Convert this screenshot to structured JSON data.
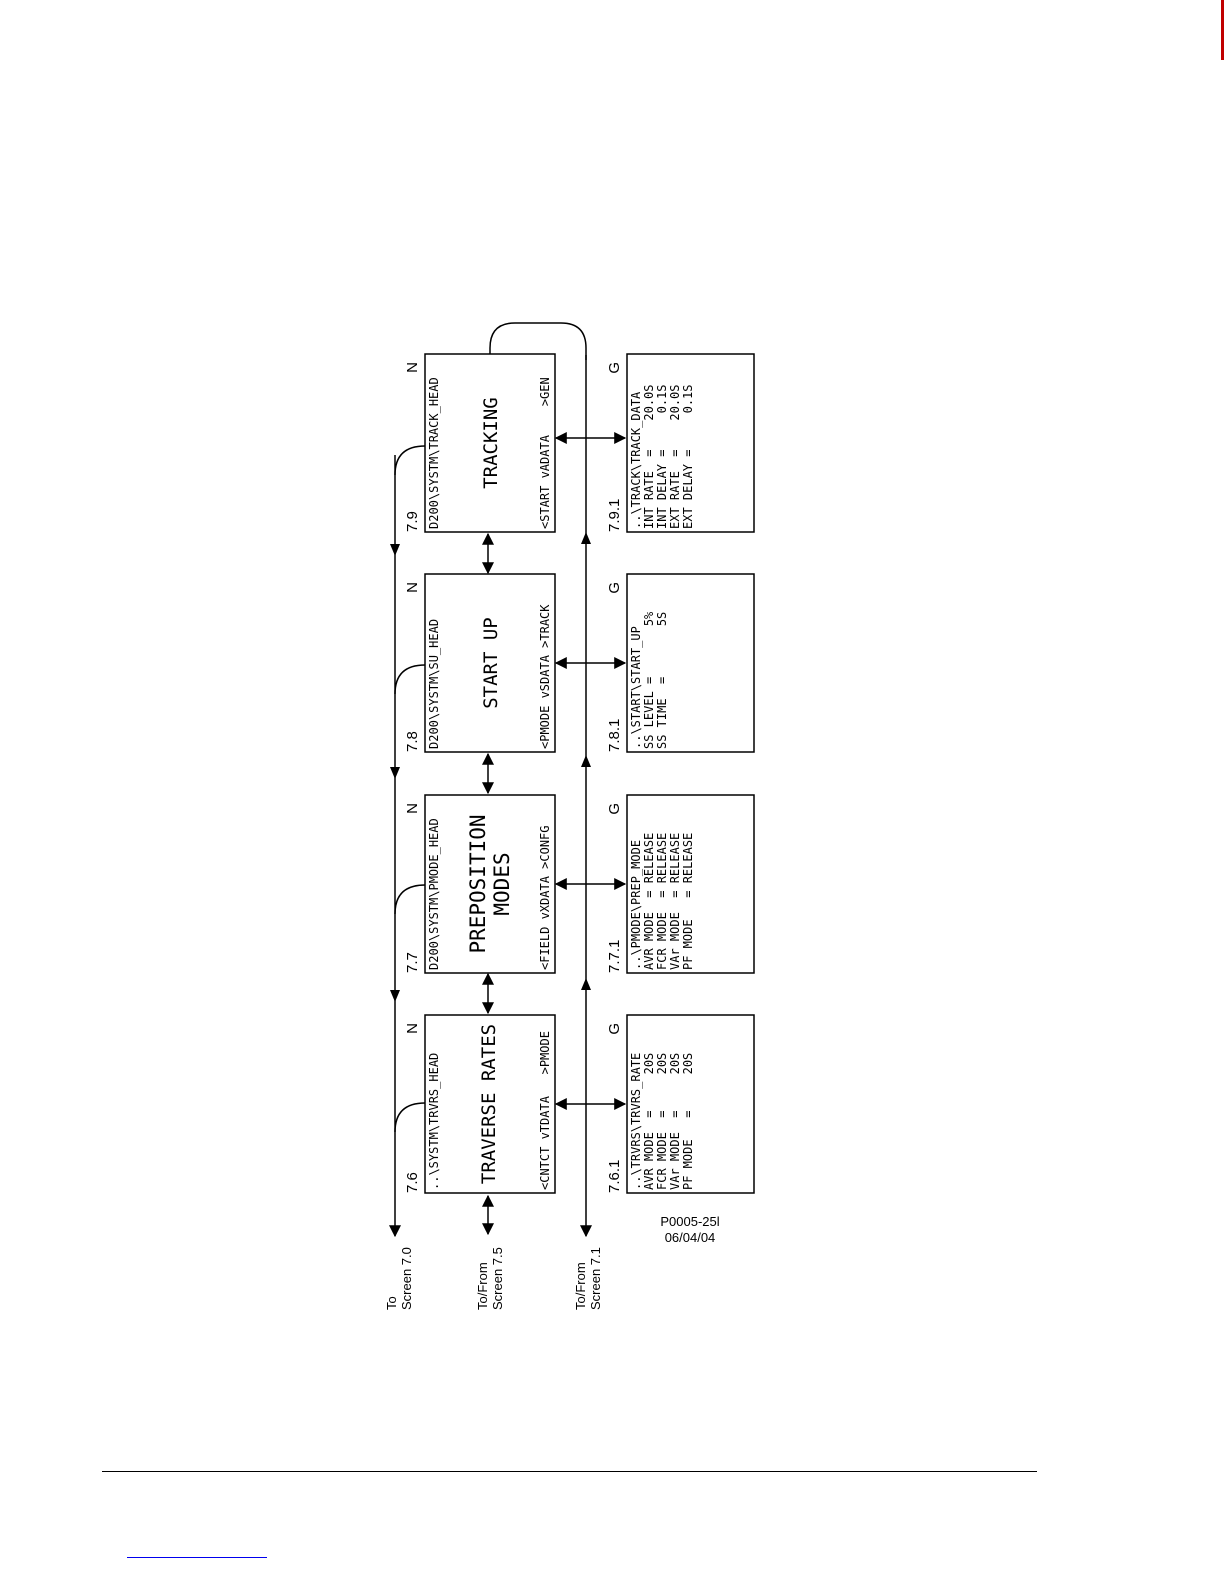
{
  "nodes": [
    {
      "id": "7.6",
      "num": "7.6",
      "corner": "N",
      "path": "..\\SYSTM\\TRVRS_HEAD",
      "title": [
        "TRAVERSE RATES"
      ],
      "nav": "<CNTCT vTDATA   >PMODE"
    },
    {
      "id": "7.7",
      "num": "7.7",
      "corner": "N",
      "path": "D200\\SYSTM\\PMODE_HEAD",
      "title": [
        "PREPOSITION",
        "MODES"
      ],
      "nav": "<FIELD vXDATA >CONFG"
    },
    {
      "id": "7.8",
      "num": "7.8",
      "corner": "N",
      "path": "D200\\SYSTM\\SU_HEAD",
      "title": [
        "START UP"
      ],
      "nav": "<PMODE vSDATA >TRACK"
    },
    {
      "id": "7.9",
      "num": "7.9",
      "corner": "N",
      "path": "D200\\SYSTM\\TRACK_HEAD",
      "title": [
        "TRACKING"
      ],
      "nav": "<START vADATA    >GEN"
    }
  ],
  "data_screens": [
    {
      "id": "7.6.1",
      "num": "7.6.1",
      "corner": "G",
      "lines": [
        "..\\TRVRS\\TRVRS_RATE",
        "AVR MODE  =     20S",
        "FCR MODE  =     20S",
        "VAr MODE  =     20S",
        "PF MODE   =     20S"
      ]
    },
    {
      "id": "7.7.1",
      "num": "7.7.1",
      "corner": "G",
      "lines": [
        "..\\PMODE\\PREP_MODE",
        "AVR MODE  = RELEASE",
        "FCR MODE  = RELEASE",
        "VAr MODE  = RELEASE",
        "PF MODE   = RELEASE"
      ]
    },
    {
      "id": "7.8.1",
      "num": "7.8.1",
      "corner": "G",
      "lines": [
        "..\\START\\START_UP",
        "SS LEVEL =       5%",
        "SS TIME  =       5S"
      ]
    },
    {
      "id": "7.9.1",
      "num": "7.9.1",
      "corner": "G",
      "lines": [
        "..\\TRACK\\TRACK_DATA",
        "INT RATE  =    20.0S",
        "INT DELAY =     0.1S",
        "EXT RATE  =    20.0S",
        "EXT DELAY =     0.1S"
      ]
    }
  ],
  "edge_labels": [
    {
      "id": "to-7-0",
      "lines": [
        "To",
        "Screen 7.0"
      ]
    },
    {
      "id": "to-from-7-5",
      "lines": [
        "To/From",
        "Screen 7.5"
      ]
    },
    {
      "id": "to-from-7-1",
      "lines": [
        "To/From",
        "Screen 7.1"
      ]
    }
  ],
  "figure_id": {
    "code": "P0005-25l",
    "date": "06/04/04"
  }
}
